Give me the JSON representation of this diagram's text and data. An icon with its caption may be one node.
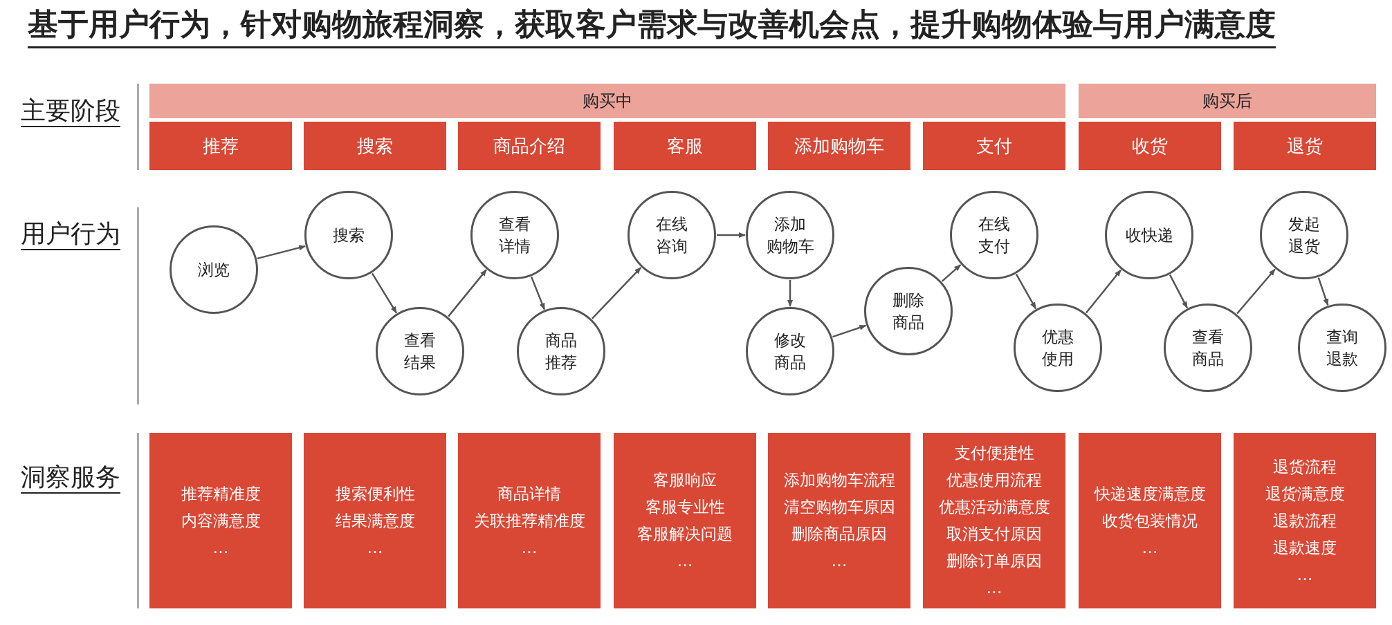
{
  "diagram": {
    "title": "基于用户行为，针对购物旅程洞察，获取客户需求与改善机会点，提升购物体验与用户满意度",
    "nodes": [
      {
        "text": [
          "购买中"
        ]
      },
      {
        "text": [
          "购买后"
        ]
      },
      {
        "text": [
          "推荐"
        ]
      },
      {
        "text": [
          "搜索"
        ]
      },
      {
        "text": [
          "商品介绍"
        ]
      },
      {
        "text": [
          "客服"
        ]
      },
      {
        "text": [
          "添加购物车"
        ]
      },
      {
        "text": [
          "支付"
        ]
      },
      {
        "text": [
          "收货"
        ]
      },
      {
        "text": [
          "退货"
        ]
      },
      {
        "text": [
          "浏览"
        ]
      },
      {
        "text": [
          "搜索"
        ]
      },
      {
        "text": [
          "查看结果"
        ]
      },
      {
        "text": [
          "查看详情"
        ]
      },
      {
        "text": [
          "商品推荐"
        ]
      },
      {
        "text": [
          "在线咨询"
        ]
      },
      {
        "text": [
          "添加购物车"
        ]
      },
      {
        "text": [
          "修改商品"
        ]
      },
      {
        "text": [
          "删除商品"
        ]
      },
      {
        "text": [
          "在线支付"
        ]
      },
      {
        "text": [
          "优惠使用"
        ]
      },
      {
        "text": [
          "收快递"
        ]
      },
      {
        "text": [
          "查看商品"
        ]
      },
      {
        "text": [
          "发起退货"
        ]
      },
      {
        "text": [
          "查询退款"
        ]
      },
      {
        "text": [
          "推荐精准度",
          "内容满意度",
          "…"
        ]
      },
      {
        "text": [
          "搜索便利性",
          "结果满意度",
          "…"
        ]
      },
      {
        "text": [
          "商品详情",
          "关联推荐精准度",
          "…"
        ]
      },
      {
        "text": [
          "客服响应",
          "客服专业性",
          "客服解决问题",
          "…"
        ]
      },
      {
        "text": [
          "添加购物车流程",
          "清空购物车原因",
          "删除商品原因",
          "…"
        ]
      },
      {
        "text": [
          "支付便捷性",
          "优惠使用流程",
          "优惠活动满意度",
          "取消支付原因",
          "删除订单原因",
          "…"
        ]
      },
      {
        "text": [
          "快递速度满意度",
          "收货包装情况",
          "…"
        ]
      },
      {
        "text": [
          "退货流程",
          "退货满意度",
          "退款流程",
          "退款速度",
          "…"
        ]
      }
    ],
    "edges": [
      {
        "from": 10,
        "to": 11,
        "arrow": "to"
      },
      {
        "from": 11,
        "to": 12,
        "arrow": "to"
      },
      {
        "from": 12,
        "to": 13,
        "arrow": "to"
      },
      {
        "from": 13,
        "to": 14,
        "arrow": "to"
      },
      {
        "from": 14,
        "to": 15,
        "arrow": "to"
      },
      {
        "from": 15,
        "to": 16,
        "arrow": "to"
      },
      {
        "from": 16,
        "to": 17,
        "arrow": "to"
      },
      {
        "from": 17,
        "to": 18,
        "arrow": "to"
      },
      {
        "from": 18,
        "to": 19,
        "arrow": "to"
      },
      {
        "from": 19,
        "to": 20,
        "arrow": "to"
      },
      {
        "from": 20,
        "to": 21,
        "arrow": "to"
      },
      {
        "from": 21,
        "to": 22,
        "arrow": "to"
      },
      {
        "from": 22,
        "to": 23,
        "arrow": "to"
      },
      {
        "from": 23,
        "to": 24,
        "arrow": "to"
      }
    ],
    "labels": [
      "主要阶段",
      "用户行为",
      "洞察服务"
    ]
  }
}
